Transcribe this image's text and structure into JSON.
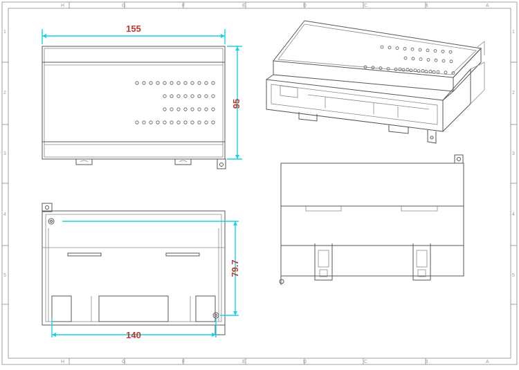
{
  "drawing": {
    "zones_top": [
      "H",
      "G",
      "F",
      "E",
      "D",
      "C",
      "B",
      "A"
    ],
    "zones_side": [
      "1",
      "2",
      "3",
      "4",
      "5"
    ],
    "dimensions": {
      "front_width": "155",
      "front_height": "95",
      "back_width": "140",
      "back_height": "79.7"
    },
    "colors": {
      "dimension_line": "#19d0e6",
      "dimension_text": "#c0392b",
      "outline": "#555555"
    }
  }
}
